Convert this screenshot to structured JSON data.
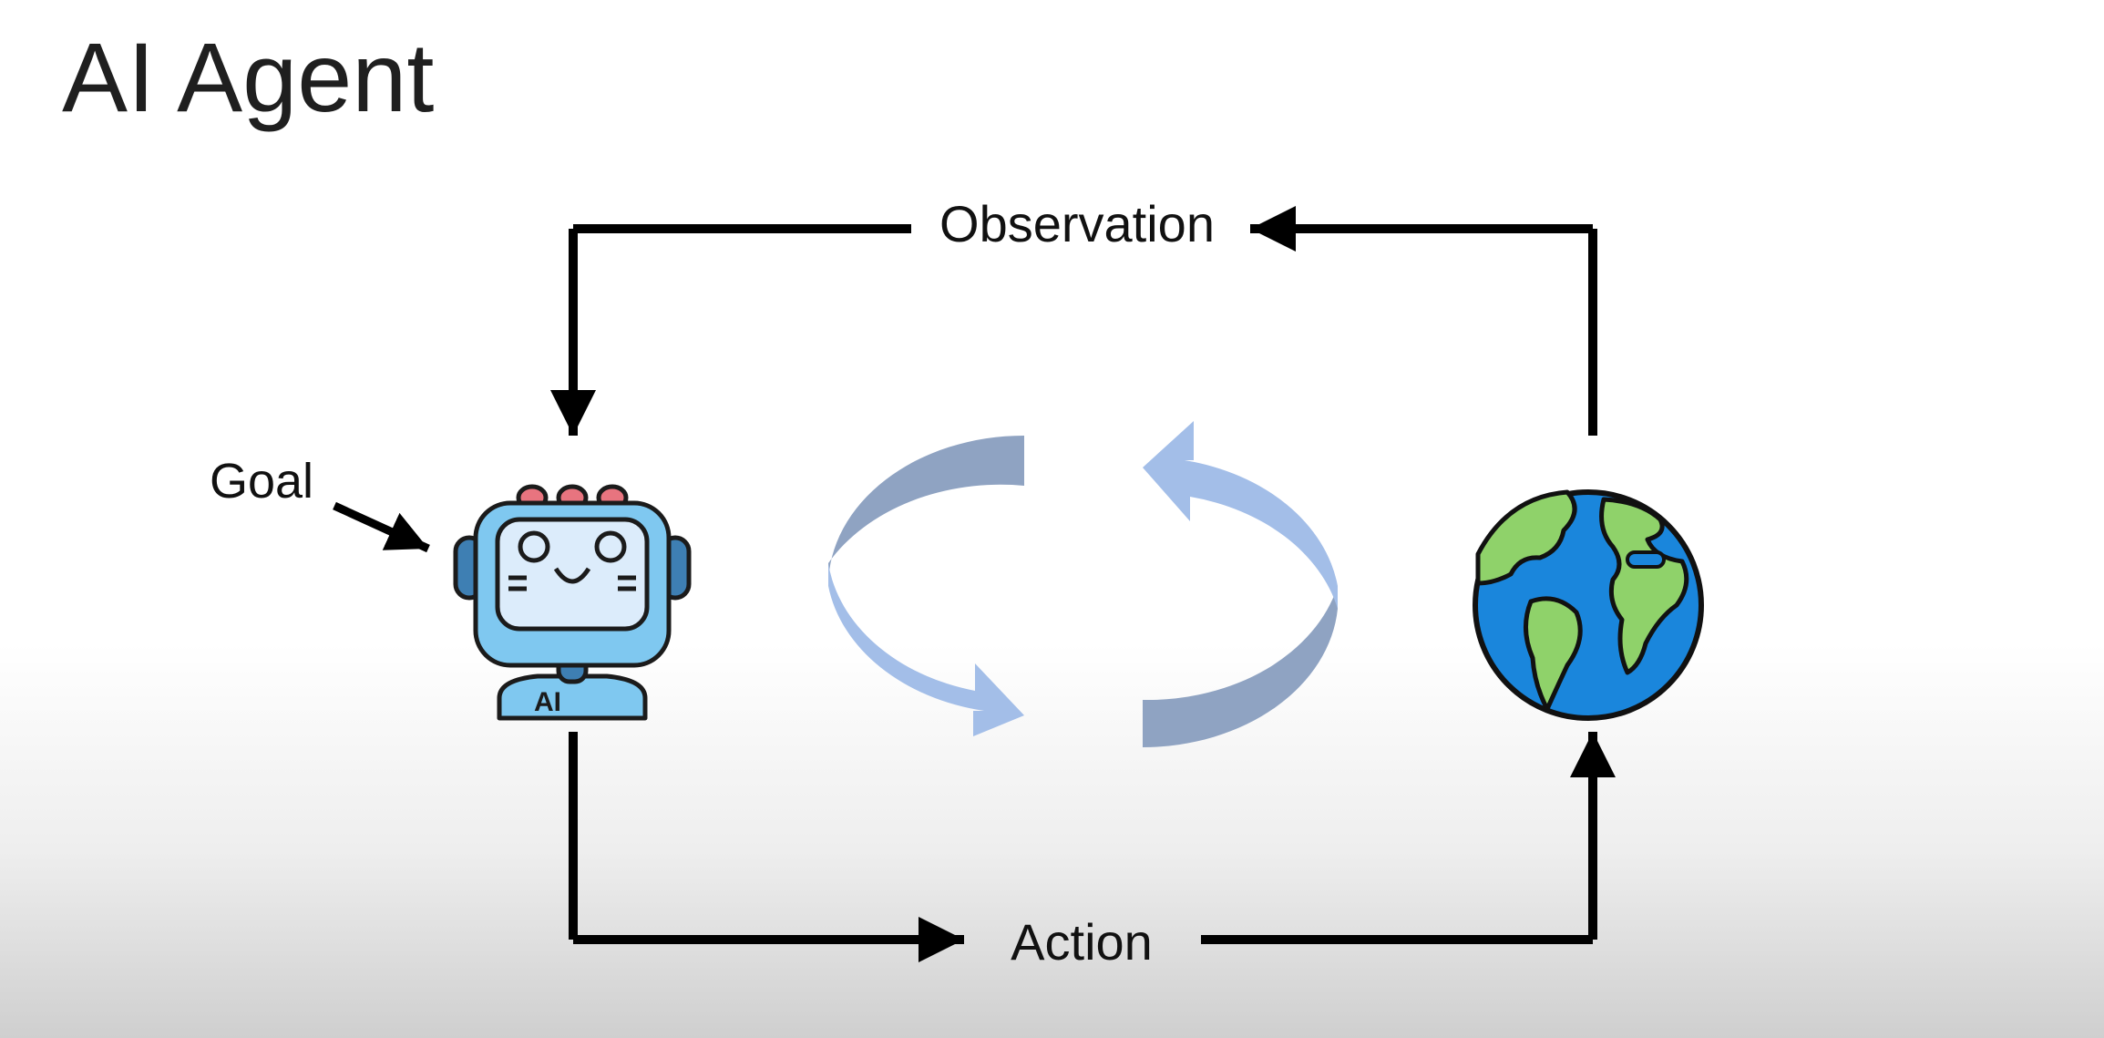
{
  "slide": {
    "title": "AI Agent"
  },
  "diagram": {
    "labels": {
      "observation": "Observation",
      "action": "Action",
      "goal": "Goal"
    },
    "robot": {
      "badge_text": "AI"
    },
    "icons": {
      "agent": "robot-icon",
      "environment": "globe-icon",
      "loop": "cycle-arrows-icon"
    },
    "colors": {
      "arrow": "#000000",
      "cycle_dark": "#8fa3c2",
      "cycle_light": "#a3bee8",
      "robot_body": "#7fc8f0",
      "robot_screen": "#dcecfb",
      "robot_knobs": "#e8747f",
      "globe_water": "#1a86dc",
      "globe_land": "#8fd26a"
    }
  }
}
